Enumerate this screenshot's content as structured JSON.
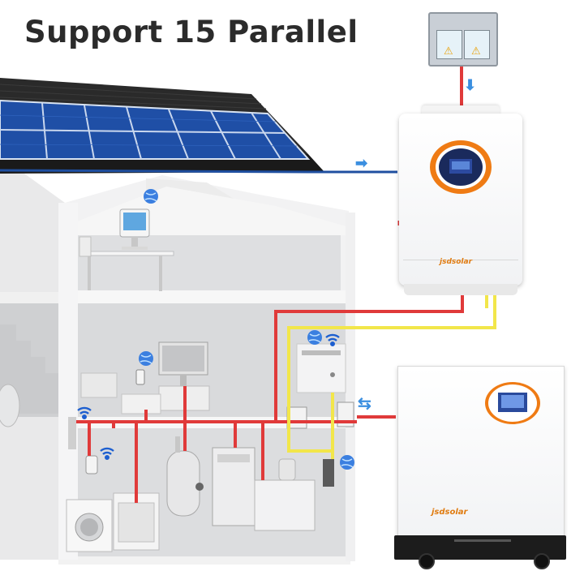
{
  "title": "Support 15 Parallel",
  "inverter": {
    "brand": "jsdsolar",
    "display_color": "#1a2a5c",
    "accent_color": "#ef7b14"
  },
  "battery": {
    "brand": "jsdsolar",
    "display_color": "#2a4a9c",
    "accent_color": "#ef7b14"
  },
  "colors": {
    "ac_wire": "#e03a3a",
    "dc_wire": "#f2e64a",
    "panel_wire": "#1f4fa0",
    "flow_arrow": "#3b8fe0",
    "solar_cell": "#1f4fa6",
    "roof": "#262626"
  },
  "icons": [
    "solar-panel-icon",
    "grid-meter-icon",
    "wifi-icon",
    "globe-icon",
    "warning-icon",
    "arrow-right-icon",
    "arrow-down-icon",
    "bidirectional-arrow-icon"
  ]
}
